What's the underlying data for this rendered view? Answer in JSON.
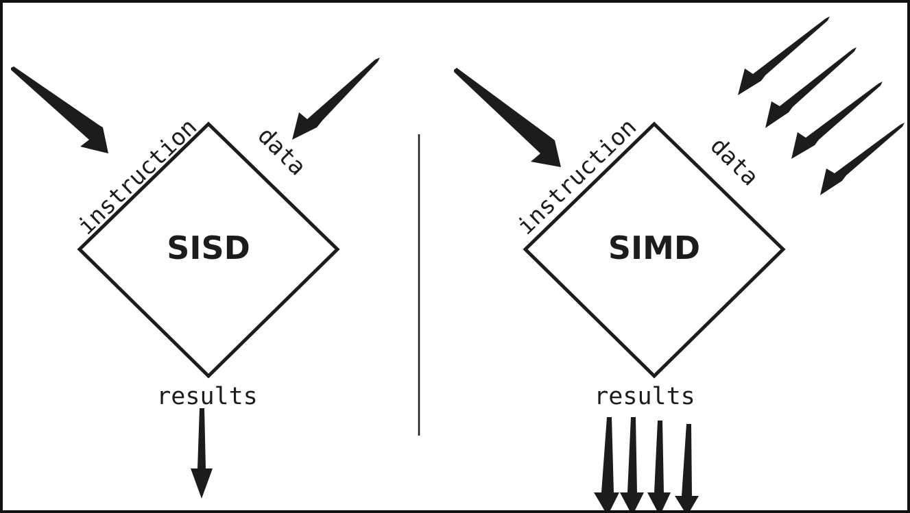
{
  "diagram": {
    "ink_color": "#1c1c1c",
    "left": {
      "title": "SISD",
      "instruction_label": "instruction",
      "data_label": "data",
      "results_label": "results",
      "instruction_streams": 1,
      "data_streams": 1,
      "result_streams": 1
    },
    "right": {
      "title": "SIMD",
      "instruction_label": "instruction",
      "data_label": "data",
      "results_label": "results",
      "instruction_streams": 1,
      "data_streams": 4,
      "result_streams": 4
    }
  }
}
